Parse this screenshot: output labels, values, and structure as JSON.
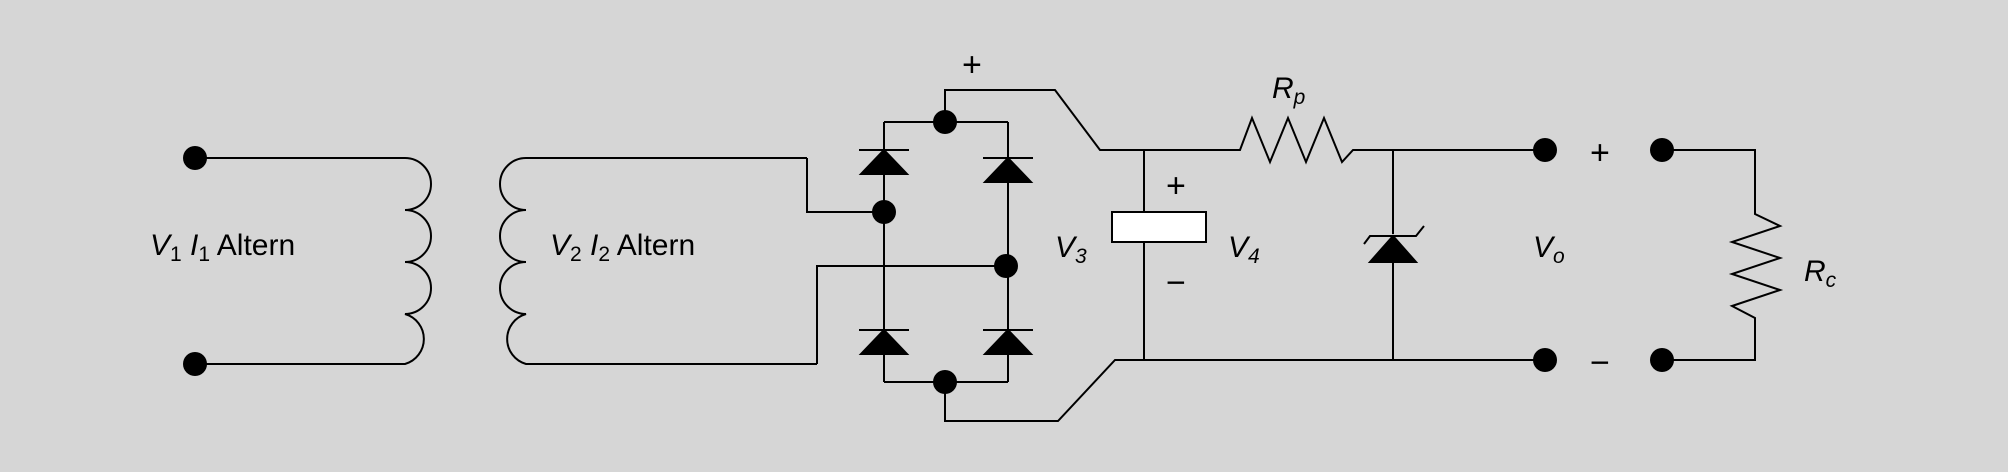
{
  "primary": {
    "v": "V",
    "v_sub": "1",
    "i": "I",
    "i_sub": "1",
    "word": "Altern"
  },
  "secondary": {
    "v": "V",
    "v_sub": "2",
    "i": "I",
    "i_sub": "2",
    "word": "Altern"
  },
  "bridge": {
    "plus": "+"
  },
  "v3": {
    "v": "V",
    "v_sub": "3"
  },
  "capacitor": {
    "plus": "+",
    "minus": "−"
  },
  "v4": {
    "v": "V",
    "v_sub": "4"
  },
  "rp": {
    "r": "R",
    "r_sub": "p"
  },
  "vo": {
    "v": "V",
    "v_sub": "o"
  },
  "load_terminals": {
    "plus": "+",
    "minus": "−"
  },
  "rc": {
    "r": "R",
    "r_sub": "c"
  },
  "colors": {
    "background": "#d6d6d6",
    "ink": "#000000"
  }
}
